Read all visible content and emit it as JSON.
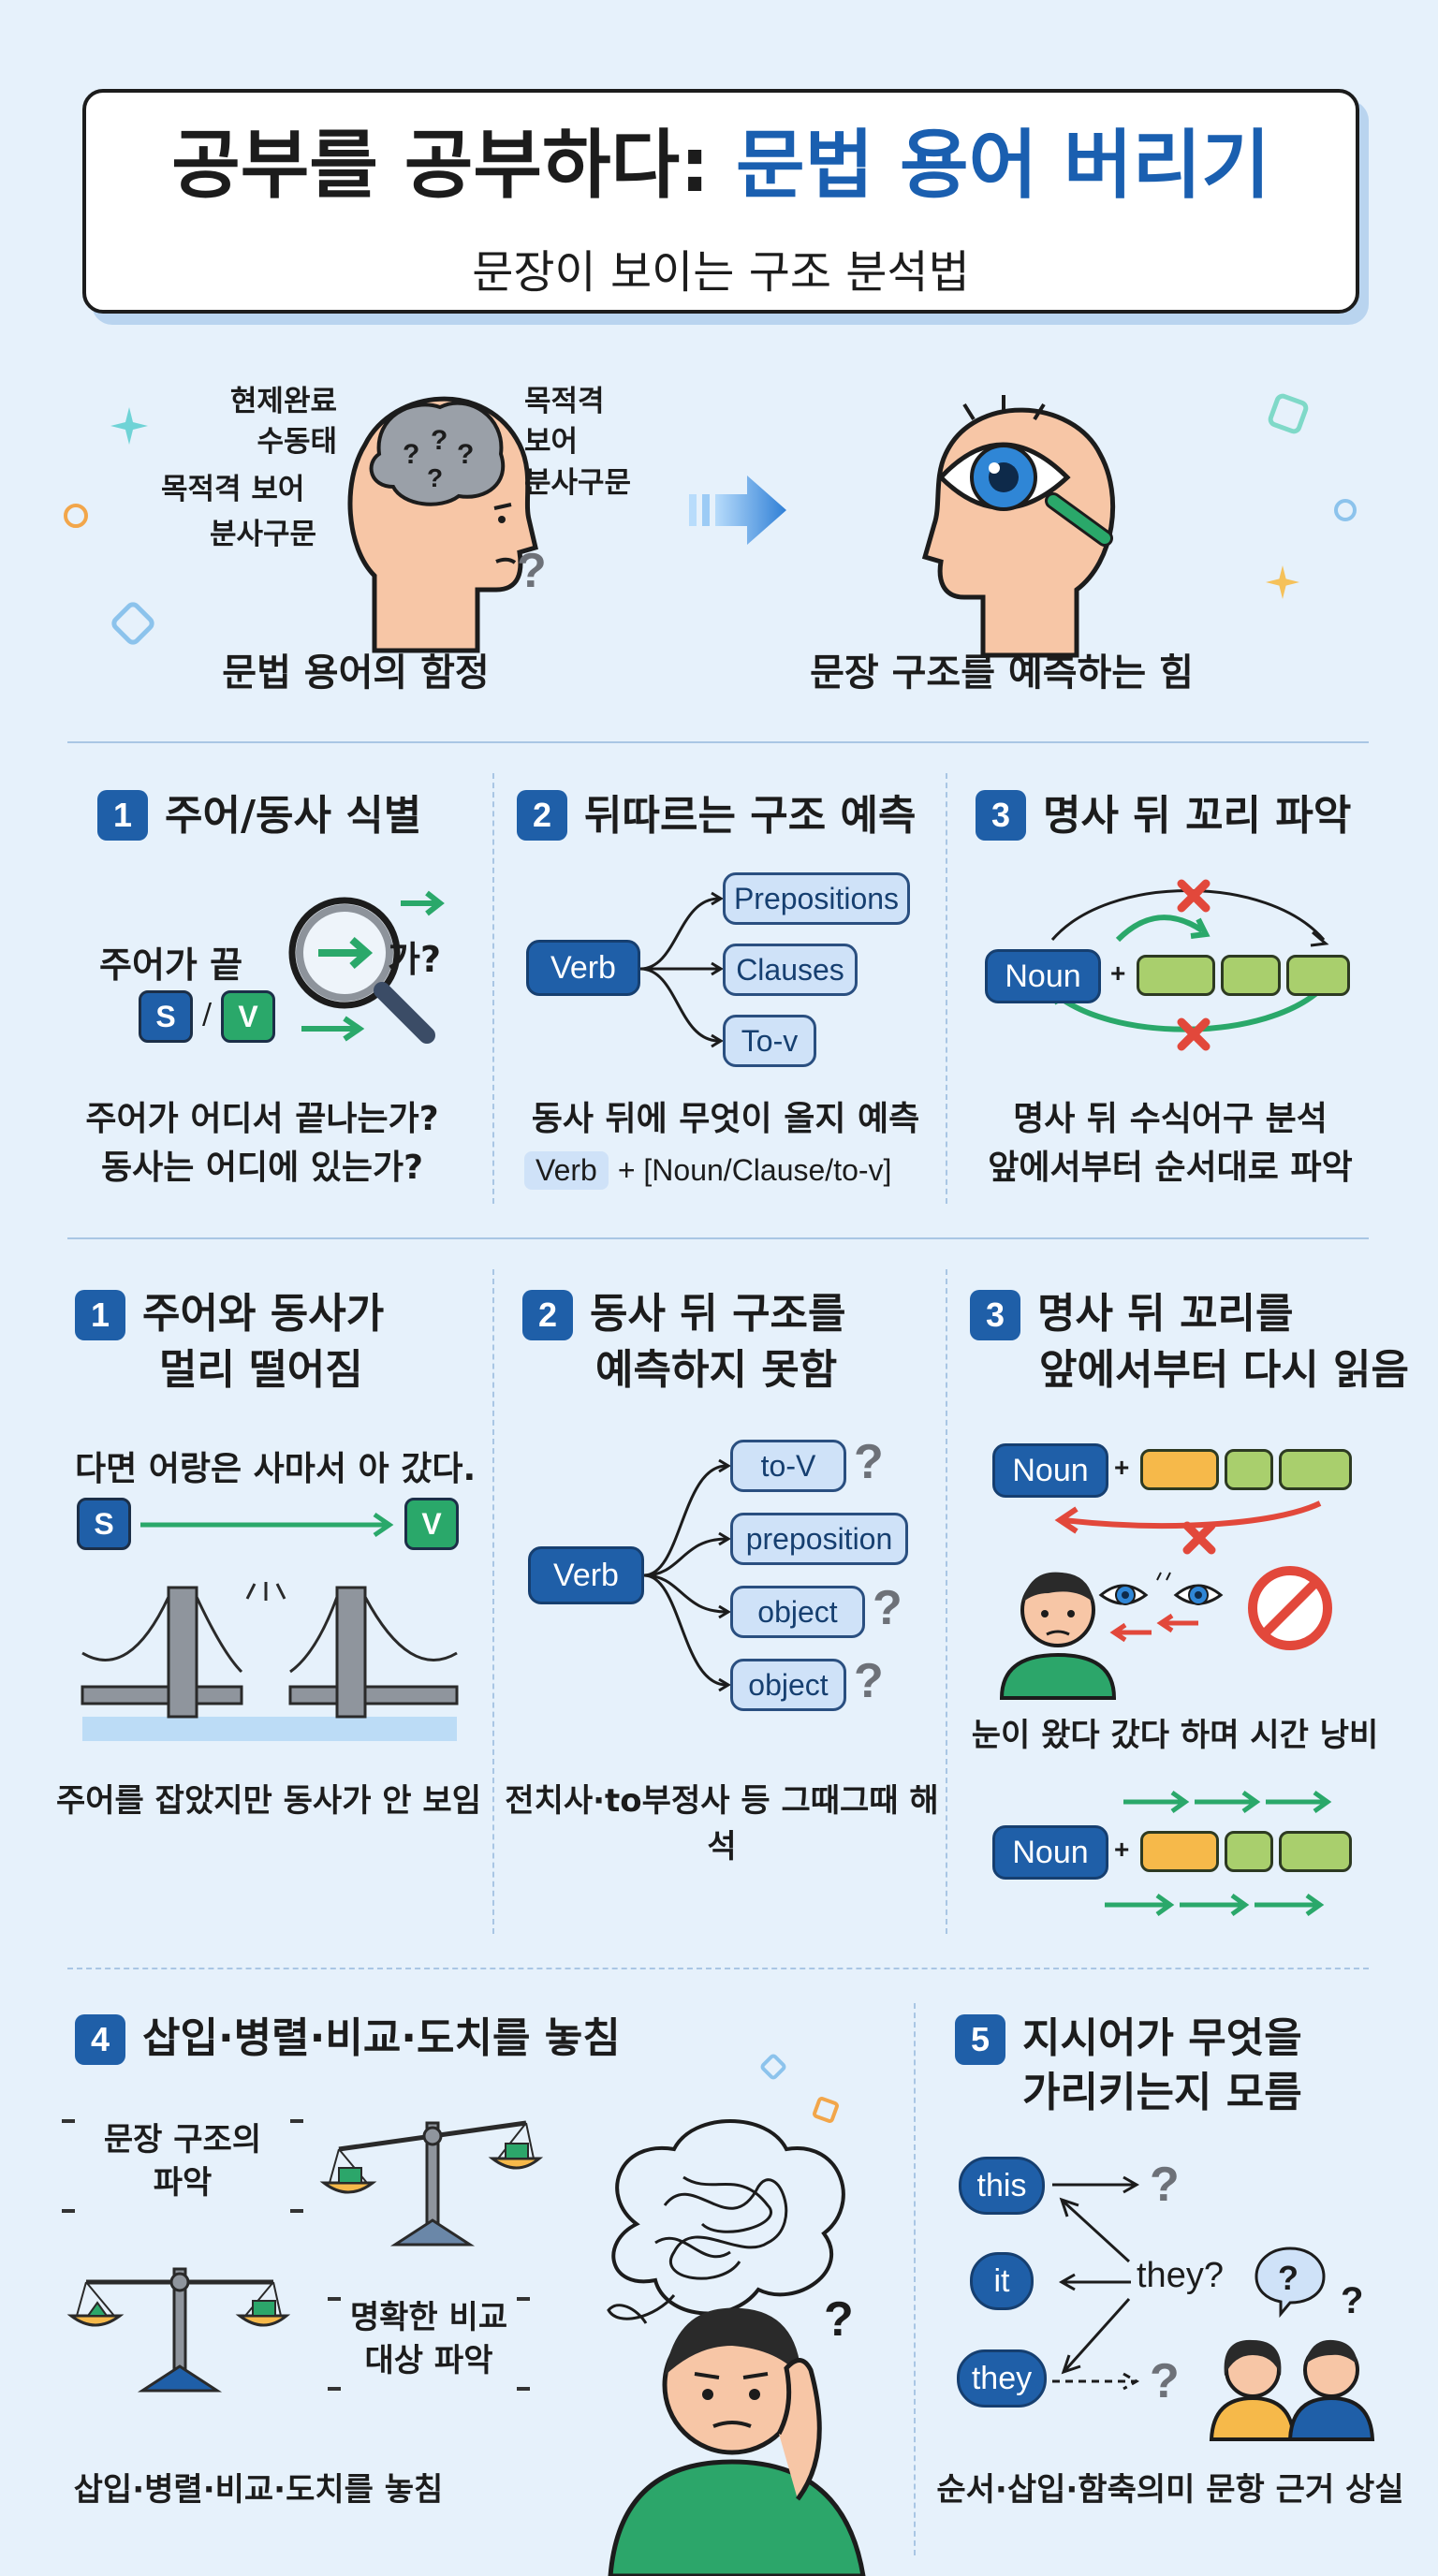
{
  "header": {
    "title_black": "공부를 공부하다:",
    "title_blue": "문법 용어 버리기",
    "subtitle": "문장이 보이는 구조 분석법"
  },
  "intro": {
    "terms_left": [
      "현제완료",
      "수동태",
      "목적격 보어",
      "분사구문"
    ],
    "terms_right": [
      "목적격",
      "보어",
      "분사구문"
    ],
    "left_caption": "문법 용어의 함정",
    "right_caption": "문장 구조를 예측하는 힘"
  },
  "skills": [
    {
      "num": "1",
      "title": "주어/동사 식별",
      "demo_left": "주어가 끝",
      "demo_right": "가?",
      "s": "S",
      "v": "V",
      "caption": [
        "주어가 어디서 끝나는가?",
        "동사는 어디에 있는가?"
      ]
    },
    {
      "num": "2",
      "title": "뒤따르는 구조 예측",
      "verb": "Verb",
      "branches": [
        "Prepositions",
        "Clauses",
        "To-v"
      ],
      "caption": "동사 뒤에 무엇이 올지 예측",
      "formula_verb": "Verb",
      "formula_rest": "+ [Noun/Clause/to-v]"
    },
    {
      "num": "3",
      "title": "명사 뒤 꼬리 파악",
      "noun": "Noun",
      "caption": [
        "명사 뒤 수식어구 분석",
        "앞에서부터 순서대로 파악"
      ]
    }
  ],
  "problems": [
    {
      "num": "1",
      "title": [
        "주어와 동사가",
        "멀리 떨어짐"
      ],
      "sentence": "다면 어랑은 사마서 아 갔다.",
      "s": "S",
      "v": "V",
      "caption": "주어를 잡았지만 동사가 안 보임"
    },
    {
      "num": "2",
      "title": [
        "동사 뒤 구조를",
        "예측하지 못함"
      ],
      "verb": "Verb",
      "branches": [
        "to-V",
        "preposition",
        "object",
        "object"
      ],
      "caption": "전치사·to부정사 등 그때그때 해석"
    },
    {
      "num": "3",
      "title": [
        "명사 뒤 꼬리를",
        "앞에서부터 다시 읽음"
      ],
      "noun": "Noun",
      "caption": "눈이 왔다 갔다 하며 시간 낭비",
      "noun2": "Noun"
    },
    {
      "num": "4",
      "title": "삽입·병렬·비교·도치를 놓침",
      "box1": [
        "문장 구조의",
        "파악"
      ],
      "box2": [
        "명확한 비교",
        "대상 파악"
      ],
      "caption": "삽입·병렬·비교·도치를 놓침"
    },
    {
      "num": "5",
      "title": [
        "지시어가 무엇을",
        "가리키는지 모름"
      ],
      "words": [
        "this",
        "it",
        "they"
      ],
      "center": "they?",
      "caption": "순서·삽입·함축의미 문항 근거 상실"
    }
  ],
  "colors": {
    "accent_blue": "#1f5fa8",
    "title_blue": "#1a5fb0",
    "green": "#2aa86a",
    "red": "#e2483b",
    "background": "#e6f1fb"
  }
}
